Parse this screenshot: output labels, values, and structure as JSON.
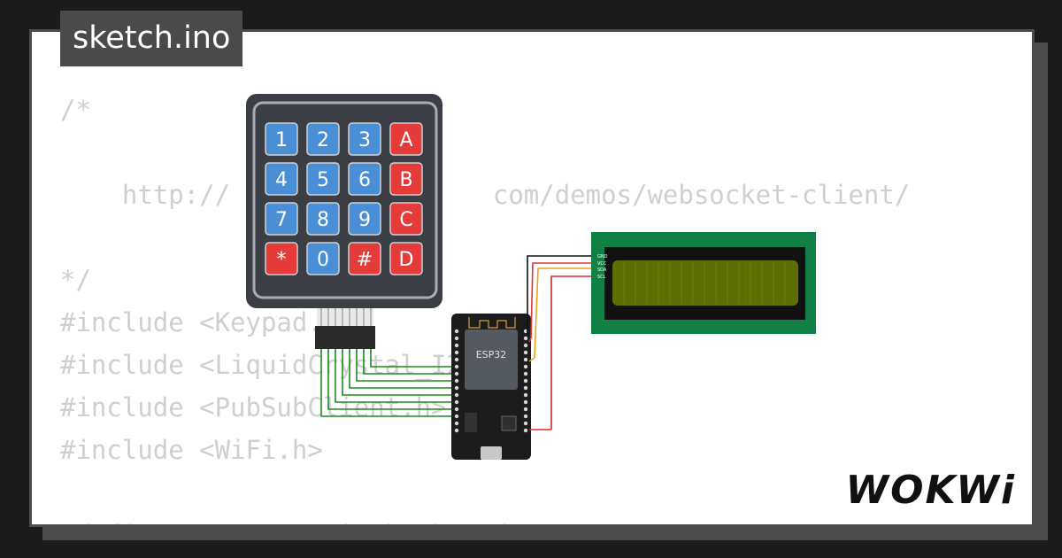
{
  "tab": {
    "title": "sketch.ino"
  },
  "code": {
    "lines": [
      "/*",
      "",
      "    http://                 com/demos/websocket-client/",
      "",
      "*/",
      "#include <Keypad.h>",
      "#include <LiquidCrystal_I2C.h>",
      "#include <PubSubClient.h>",
      "#include <WiFi.h>",
      "",
      "#define TOPIC \"topic/keyboard\""
    ]
  },
  "keypad": {
    "keys": [
      "1",
      "2",
      "3",
      "A",
      "4",
      "5",
      "6",
      "B",
      "7",
      "8",
      "9",
      "C",
      "*",
      "0",
      "#",
      "D"
    ],
    "blue": "#4a8fd6",
    "red": "#e53b3b"
  },
  "esp32": {
    "label": "ESP32"
  },
  "lcd": {
    "pins": [
      "GND",
      "VCC",
      "SDA",
      "SCL"
    ],
    "board_color": "#128045",
    "screen_color": "#5d6e02"
  },
  "brand": {
    "logo": "WOKWi"
  }
}
